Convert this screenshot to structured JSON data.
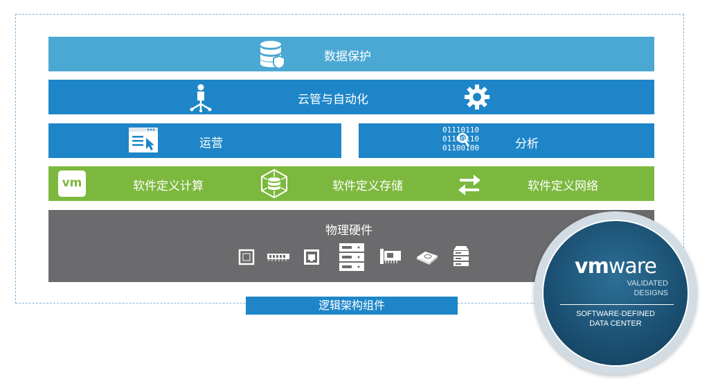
{
  "layers": {
    "data_protection": "数据保护",
    "cloud_management": "云管与自动化",
    "operations": "运营",
    "analytics": "分析",
    "compute": "软件定义计算",
    "storage": "软件定义存储",
    "network": "软件定义网络",
    "hardware": "物理硬件"
  },
  "binary_lines": [
    "01110110",
    "01100110",
    "01100100"
  ],
  "vm_icon_text": "vm",
  "footer_label": "逻辑架构组件",
  "badge": {
    "logo_vm": "vm",
    "logo_ware": "ware",
    "line1": "VALIDATED",
    "line2": "DESIGNS",
    "line3": "SOFTWARE-DEFINED",
    "line4": "DATA CENTER"
  },
  "colors": {
    "light_blue": "#4aa8d3",
    "blue": "#1e86c8",
    "green": "#7cb83e",
    "gray": "#6b6a6c"
  },
  "icons": [
    "database-shield-icon",
    "org-chart-person-icon",
    "gear-icon",
    "browser-cursor-icon",
    "magnifier-icon",
    "vm-logo-icon",
    "hex-storage-icon",
    "exchange-arrows-icon",
    "cpu-icon",
    "memory-stick-icon",
    "network-port-icon",
    "server-rack-icon",
    "nic-card-icon",
    "disk-drive-icon",
    "storage-array-icon"
  ]
}
